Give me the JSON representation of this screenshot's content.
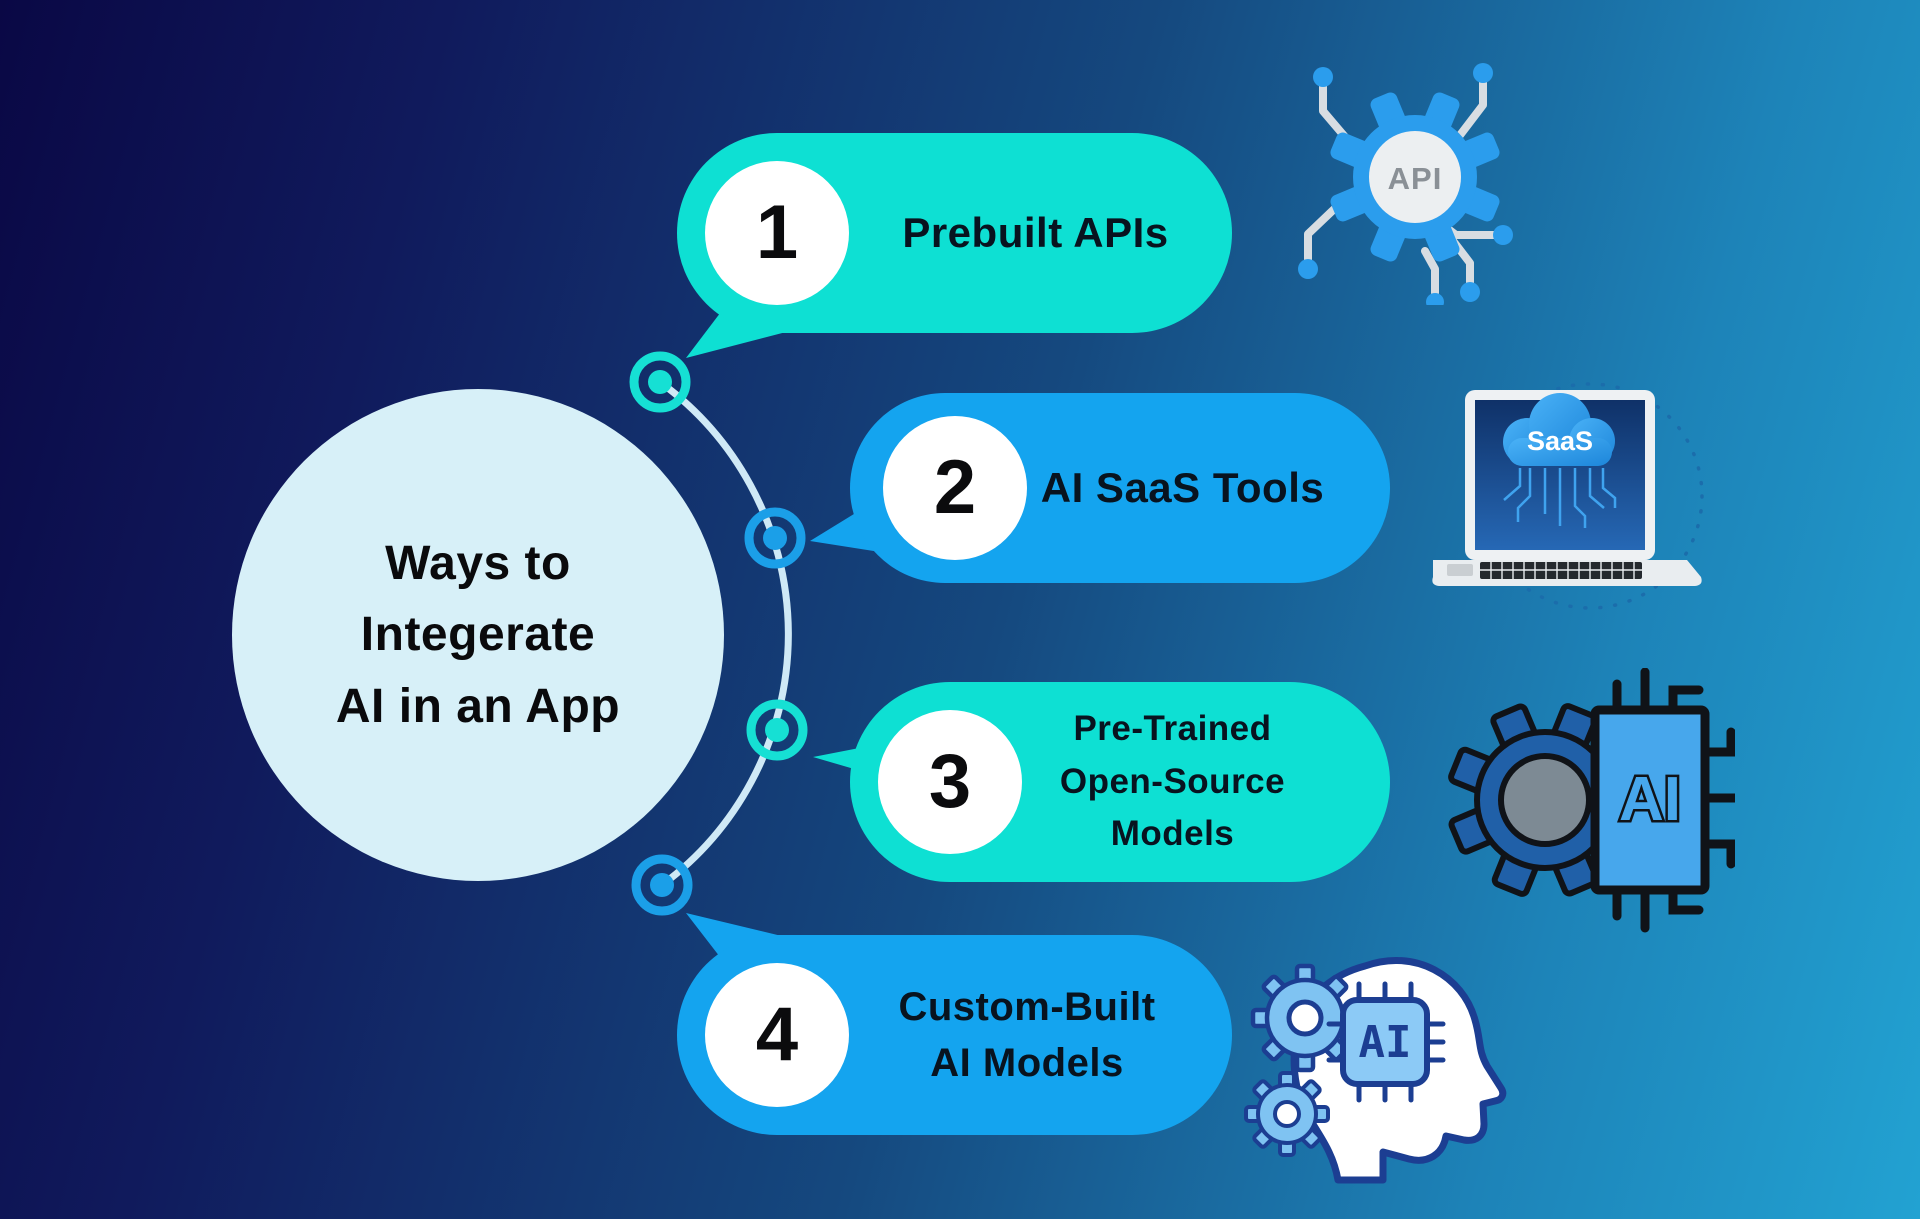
{
  "title": {
    "text": "Ways to\nIntegerate\nAI in an App"
  },
  "bubbles": [
    {
      "number": "1",
      "label": "Prebuilt APIs",
      "variant": "teal"
    },
    {
      "number": "2",
      "label": "AI SaaS Tools",
      "variant": "blue"
    },
    {
      "number": "3",
      "label": "Pre-Trained\nOpen-Source\nModels",
      "variant": "teal"
    },
    {
      "number": "4",
      "label": "Custom-Built\nAI Models",
      "variant": "blue"
    }
  ],
  "icons": {
    "api": {
      "label": "API"
    },
    "saas": {
      "label": "SaaS"
    },
    "chip": {
      "label": "AI"
    },
    "head": {
      "label": "AI"
    }
  },
  "colors": {
    "background_left": "#0a0845",
    "background_right": "#22a2d2",
    "teal_bubble": "#0ee0d3",
    "blue_bubble": "#14a4ef",
    "hub_circle": "#d7f0f8",
    "node_teal": "#16e0d4",
    "node_blue": "#1b9fe8",
    "arc_line": "#cfe9f6",
    "bubble_text": "#08131f",
    "title_text": "#0a0a0c"
  }
}
